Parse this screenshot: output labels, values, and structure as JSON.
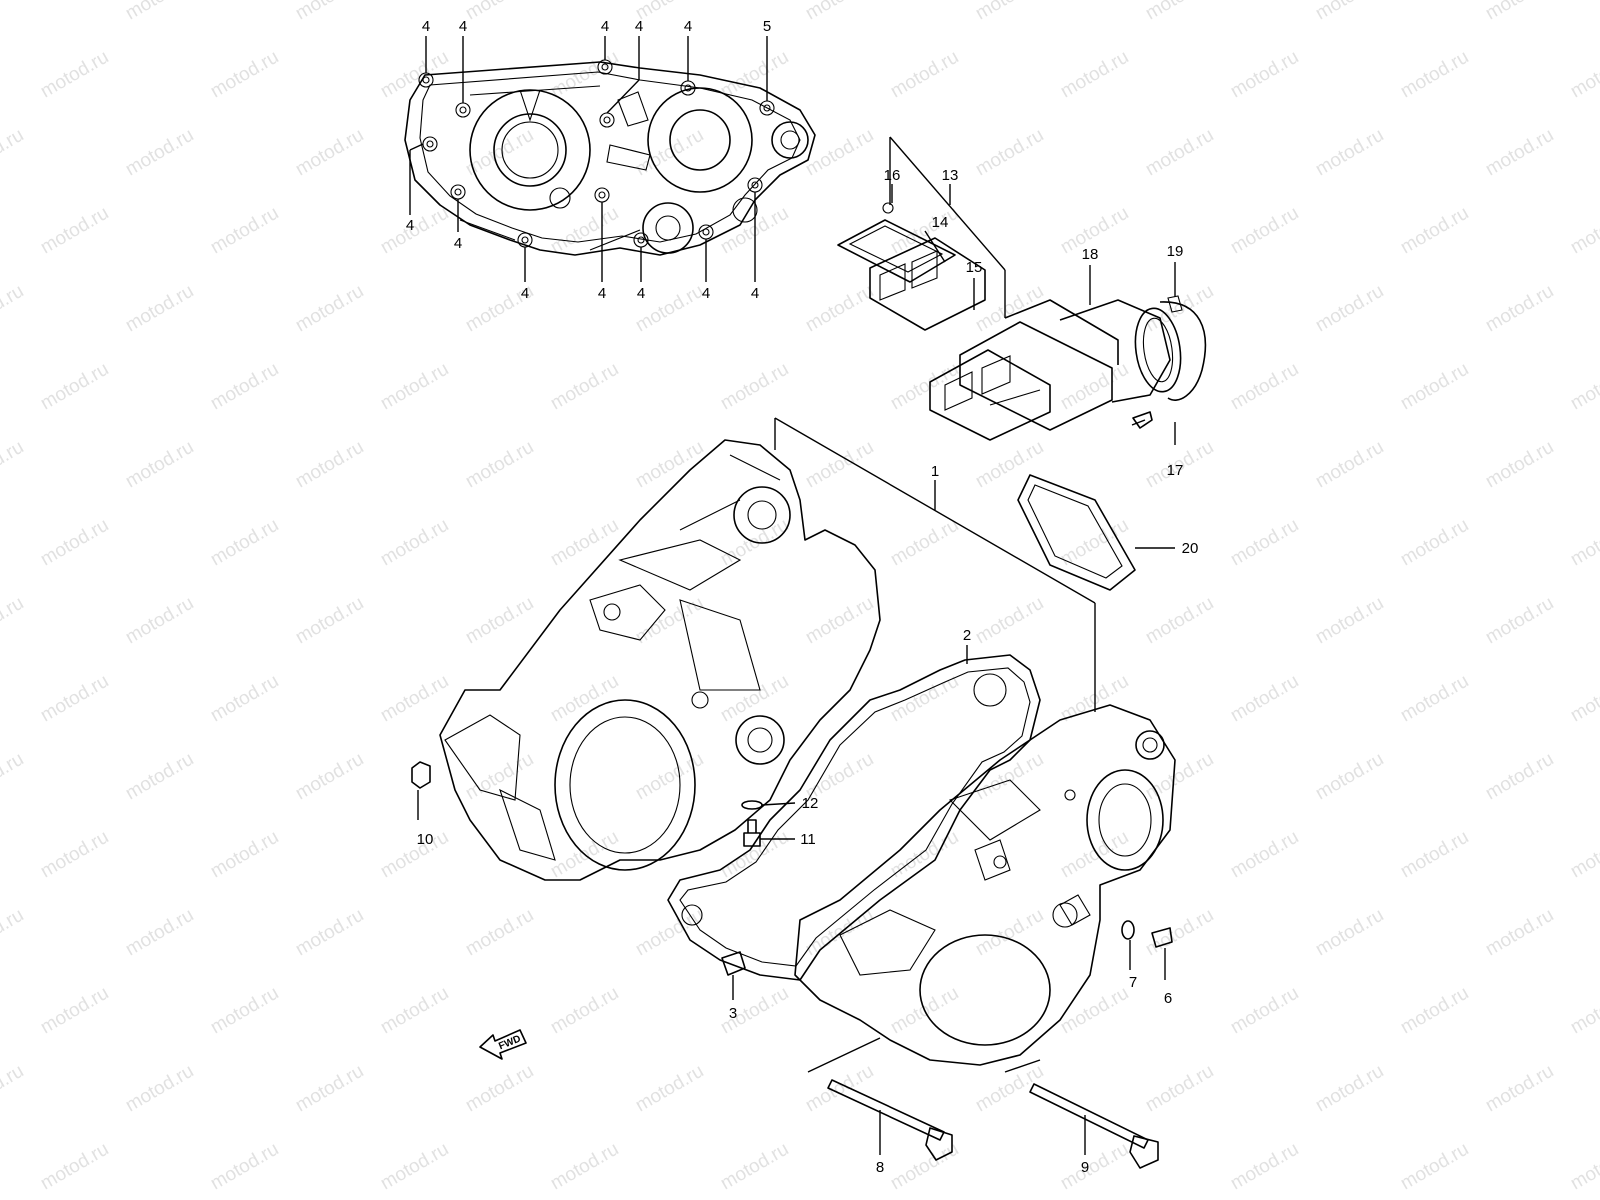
{
  "watermark": {
    "text": "motod.ru"
  },
  "colors": {
    "line": "#000000",
    "background": "#ffffff",
    "watermark": "#c9c9c9"
  },
  "fwd_arrow": {
    "text": "FWD"
  },
  "callouts": [
    {
      "id": "4a",
      "text": "4"
    },
    {
      "id": "4b",
      "text": "4"
    },
    {
      "id": "4c",
      "text": "4"
    },
    {
      "id": "4d",
      "text": "4"
    },
    {
      "id": "4e",
      "text": "4"
    },
    {
      "id": "5",
      "text": "5"
    },
    {
      "id": "4f",
      "text": "4"
    },
    {
      "id": "4g",
      "text": "4"
    },
    {
      "id": "4h",
      "text": "4"
    },
    {
      "id": "4i",
      "text": "4"
    },
    {
      "id": "4j",
      "text": "4"
    },
    {
      "id": "4k",
      "text": "4"
    },
    {
      "id": "4l",
      "text": "4"
    },
    {
      "id": "16",
      "text": "16"
    },
    {
      "id": "13",
      "text": "13"
    },
    {
      "id": "14",
      "text": "14"
    },
    {
      "id": "15",
      "text": "15"
    },
    {
      "id": "18",
      "text": "18"
    },
    {
      "id": "19",
      "text": "19"
    },
    {
      "id": "17",
      "text": "17"
    },
    {
      "id": "1",
      "text": "1"
    },
    {
      "id": "20",
      "text": "20"
    },
    {
      "id": "2",
      "text": "2"
    },
    {
      "id": "12",
      "text": "12"
    },
    {
      "id": "11",
      "text": "11"
    },
    {
      "id": "10",
      "text": "10"
    },
    {
      "id": "3",
      "text": "3"
    },
    {
      "id": "7",
      "text": "7"
    },
    {
      "id": "6",
      "text": "6"
    },
    {
      "id": "8",
      "text": "8"
    },
    {
      "id": "9",
      "text": "9"
    }
  ]
}
